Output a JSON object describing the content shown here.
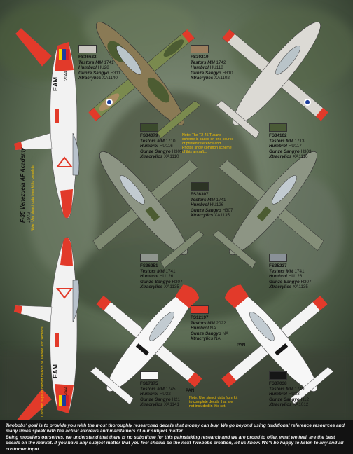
{
  "swatches": [
    {
      "id": "s1",
      "fs": "FS36622",
      "testors_label": "Testors MM",
      "testors_val": "1741",
      "humbrol_label": "Humbrol",
      "humbrol_val": "HU28",
      "gunze_label": "Gunze Sangyo",
      "gunze_val": "H311",
      "xtra_label": "Xtracrylics",
      "xtra_val": "XA1140",
      "color": "#c9c6c0"
    },
    {
      "id": "s2",
      "fs": "FS30219",
      "testors_label": "Testors MM",
      "testors_val": "1742",
      "humbrol_label": "Humbrol",
      "humbrol_val": "HU118",
      "gunze_label": "Gunze Sangyo",
      "gunze_val": "H310",
      "xtra_label": "Xtracrylics",
      "xtra_val": "XA1102",
      "color": "#9b7e5e"
    },
    {
      "id": "s3",
      "fs": "FS34079",
      "testors_label": "Testors MM",
      "testors_val": "1710",
      "humbrol_label": "Humbrol",
      "humbrol_val": "HU116",
      "gunze_label": "Gunze Sangyo",
      "gunze_val": "H309",
      "xtra_label": "Xtracrylics",
      "xtra_val": "XA1110",
      "color": "#3b4a2c"
    },
    {
      "id": "s4",
      "fs": "FS34102",
      "testors_label": "Testors MM",
      "testors_val": "1713",
      "humbrol_label": "Humbrol",
      "humbrol_val": "HU117",
      "gunze_label": "Gunze Sangyo",
      "gunze_val": "H303",
      "xtra_label": "Xtracrylics",
      "xtra_val": "XA1116",
      "color": "#4a5a36"
    },
    {
      "id": "s5",
      "fs": "FS36307",
      "testors_label": "Testors MM",
      "testors_val": "1741",
      "humbrol_label": "Humbrol",
      "humbrol_val": "HU126",
      "gunze_label": "Gunze Sangyo",
      "gunze_val": "H307",
      "xtra_label": "Xtracrylics",
      "xtra_val": "XA1135",
      "color": "#2c3324"
    },
    {
      "id": "s6",
      "fs": "FS36251",
      "testors_label": "Testors MM",
      "testors_val": "1741",
      "humbrol_label": "Humbrol",
      "humbrol_val": "HU126",
      "gunze_label": "Gunze Sangyo",
      "gunze_val": "H307",
      "xtra_label": "Xtracrylics",
      "xtra_val": "XA1135",
      "color": "#8f958e"
    },
    {
      "id": "s7",
      "fs": "FS35237",
      "testors_label": "Testors MM",
      "testors_val": "1741",
      "humbrol_label": "Humbrol",
      "humbrol_val": "HU126",
      "gunze_label": "Gunze Sangyo",
      "gunze_val": "H307",
      "xtra_label": "Xtracrylics",
      "xtra_val": "XA1135",
      "color": "#8a9198"
    },
    {
      "id": "s8",
      "fs": "FS12197",
      "testors_label": "Testors MM",
      "testors_val": "2022",
      "humbrol_label": "Humbrol",
      "humbrol_val": "NA",
      "gunze_label": "Gunze Sangyo",
      "gunze_val": "NA",
      "xtra_label": "Xtracrylics",
      "xtra_val": "NA",
      "color": "#e23a2a"
    },
    {
      "id": "s9",
      "fs": "FS17875",
      "testors_label": "Testors MM",
      "testors_val": "1745",
      "humbrol_label": "Humbrol",
      "humbrol_val": "HU22",
      "gunze_label": "Gunze Sangyo",
      "gunze_val": "H21",
      "xtra_label": "Xtracrylics",
      "xtra_val": "XA1141",
      "color": "#f7f7f7"
    },
    {
      "id": "s10",
      "fs": "FS37038",
      "testors_label": "Testors MM",
      "testors_val": "1749",
      "humbrol_label": "Humbrol",
      "humbrol_val": "HU33",
      "gunze_label": "Gunze Sangyo",
      "gunze_val": "H12",
      "xtra_label": "Xtracrylics",
      "xtra_val": "XA1012",
      "color": "#161616"
    }
  ],
  "notes": {
    "scheme_note": "Note: The T2-45 Tucano scheme is based on one source of printed reference and... Photos show common scheme of this aircraft...",
    "stencil_note": "Note: Use stencil data from kit to complete decals that are not included in this set."
  },
  "side_caption": "F-35 Venezuela AF Academy",
  "side_year": "1972",
  "side_vertical_note": "Note: Use stencil data from kit to complete",
  "lower_vertical_note": "Consider flaps as hazard marked on ailerons and sections",
  "markings": {
    "eam_top": "EAM",
    "eam_bottom": "EAM",
    "serial_top": "2044",
    "serial_bottom": "2044",
    "code_rt": "PAN",
    "code_rb": "PAN"
  },
  "footer": {
    "line1": "Twobobs' goal is to provide you with the most thoroughly researched decals that money can buy.  We go beyond using traditional reference resources and many times speak with the actual aircrews and maintainers of our subject matter.",
    "line2": "Being modelers ourselves, we understand that there is no substitute for this painstaking research and we are proud to offer, what we feel, are the best decals on the market.  If you have any subject matter that you feel should be the next Twobobs creation, let us know.  We'll be happy to listen to any and all customer input."
  }
}
